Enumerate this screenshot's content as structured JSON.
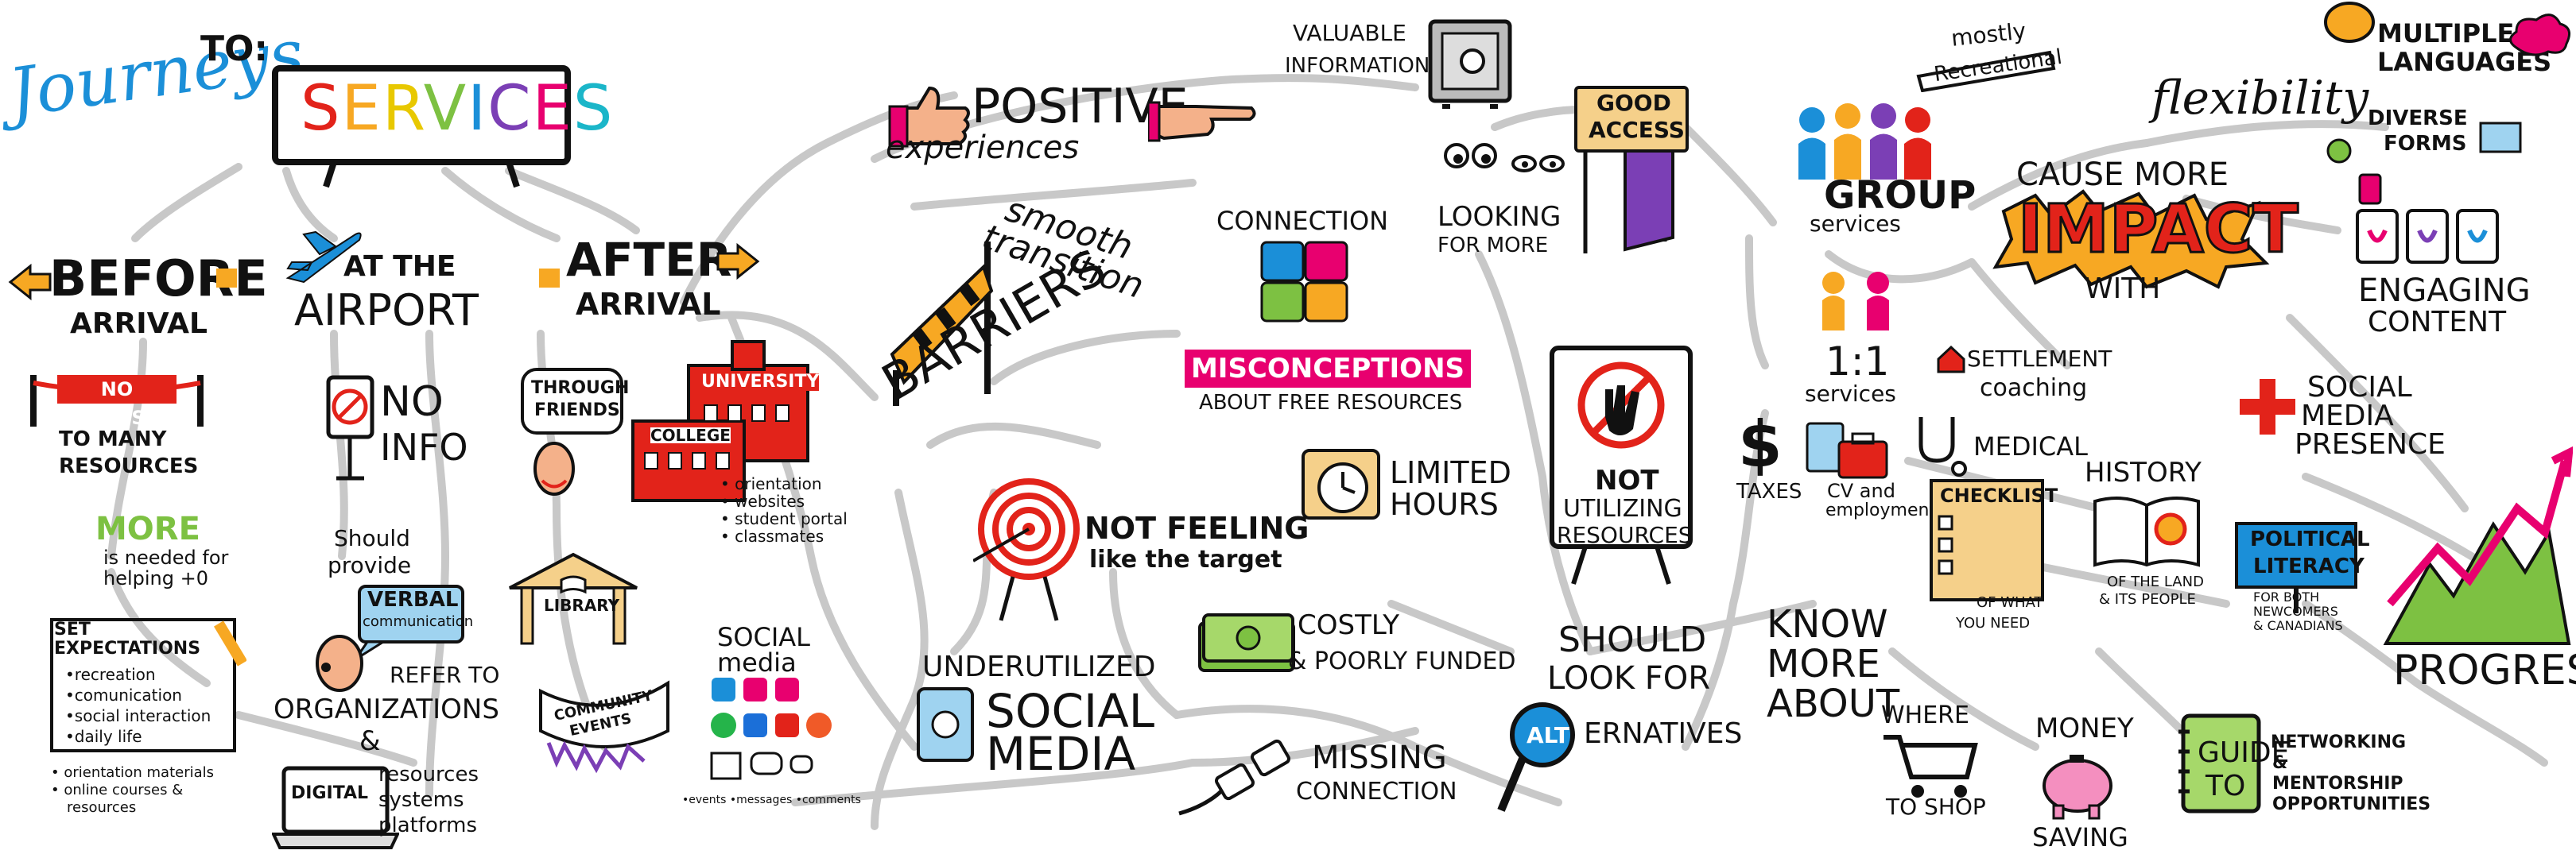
{
  "title": {
    "journeys": "Journeys",
    "to": "TO:",
    "services": [
      "S",
      "E",
      "R",
      "V",
      "I",
      "C",
      "E",
      "S"
    ]
  },
  "colors": {
    "path": "#c8c8c8",
    "accent_pink": "#e8006f",
    "accent_blue": "#1b8fd8",
    "orange": "#f7a823",
    "green": "#7dc142",
    "red": "#e2231a"
  },
  "before": {
    "heading": "BEFORE",
    "sub": "ARRIVAL",
    "no_access": "NO ACCESS",
    "to_many": "TO MANY",
    "resources": "RESOURCES",
    "more": "MORE",
    "is_needed": "is needed for",
    "helping": "helping +0",
    "set": "SET",
    "expectations": "EXPECTATIONS",
    "list": [
      "•recreation",
      "•comunication",
      "•social interaction",
      "•daily life"
    ],
    "bullets": [
      "• orientation materials",
      "• online courses &",
      "resources"
    ]
  },
  "airport": {
    "at_the": "AT THE",
    "airport": "AIRPORT",
    "no": "NO",
    "info": "INFO",
    "should": "Should",
    "provide": "provide",
    "verbal": "VERBAL",
    "communication": "communication",
    "refer_to": "REFER TO",
    "organizations": "ORGANIZATIONS",
    "amp": "&",
    "digital": "DIGITAL",
    "resources": "resources",
    "systems": "systems",
    "platforms": "platforms"
  },
  "after": {
    "heading": "AFTER",
    "sub": "ARRIVAL",
    "through": "THROUGH",
    "friends": "FRIENDS",
    "university": "UNIVERSITY",
    "college": "COLLEGE",
    "list": [
      "• orientation",
      "• websites",
      "• student portal",
      "• classmates"
    ],
    "library": "LIBRARY",
    "community": "COMMUNITY",
    "events": "EVENTS",
    "social": "SOCIAL",
    "media": "media",
    "social_small": "•events •messages •comments"
  },
  "middle": {
    "positive": "POSITIVE",
    "experiences": "experiences",
    "smooth": "smooth",
    "transition": "transition",
    "barriers": "BARRIERS",
    "connection": "CONNECTION",
    "misconceptions": "MISCONCEPTIONS",
    "about_free": "ABOUT FREE RESOURCES",
    "limited": "LIMITED",
    "hours": "HOURS",
    "not_feeling": "NOT FEELING",
    "like_target": "like the target",
    "underutilized": "UNDERUTILIZED",
    "social": "SOCIAL",
    "media": "MEDIA",
    "costly": "COSTLY",
    "poorly": "& POORLY FUNDED",
    "missing": "MISSING",
    "missing_conn": "CONNECTION",
    "valuable": "VALUABLE",
    "information": "INFORMATION",
    "looking": "LOOKING",
    "for_more": "FOR MORE",
    "good": "GOOD",
    "access": "ACCESS",
    "not": "NOT",
    "utilizing": "UTILIZING",
    "resources": "RESOURCES",
    "should": "SHOULD",
    "look_for": "LOOK FOR",
    "alt": "ALT",
    "ernatives": "ERNATIVES"
  },
  "right": {
    "mostly": "mostly",
    "recreational": "Recreational",
    "group": "GROUP",
    "services": "services",
    "one_one": "1:1",
    "services2": "services",
    "settlement": "SETTLEMENT",
    "coaching": "coaching",
    "taxes": "TAXES",
    "cv": "CV and",
    "employment": "employment",
    "medical": "MEDICAL",
    "flexibility": "flexibility",
    "multiple": "MULTIPLE",
    "languages": "LANGUAGES",
    "diverse": "DIVERSE",
    "forms": "FORMS",
    "cause_more": "CAUSE MORE",
    "impact": "IMPACT",
    "with": "WITH",
    "engaging": "ENGAGING",
    "content": "CONTENT",
    "social_media": "SOCIAL",
    "media": "MEDIA",
    "presence": "PRESENCE",
    "checklist": "CHECKLIST",
    "of_what": "OF WHAT",
    "you_need": "YOU NEED",
    "history": "HISTORY",
    "of_land": "OF THE LAND",
    "its_people": "& ITS PEOPLE",
    "political": "POLITICAL",
    "literacy": "LITERACY",
    "for_both": "FOR BOTH",
    "newcomers": "NEWCOMERS",
    "canadians": "& CANADIANS",
    "progress": "PROGRESS",
    "know": "KNOW",
    "more": "MORE",
    "about": "ABOUT",
    "where": "WHERE",
    "to_shop": "TO SHOP",
    "money": "MONEY",
    "saving": "SAVING",
    "guide": "GUIDE",
    "to": "TO",
    "networking": "NETWORKING",
    "amp": "&",
    "mentorship": "MENTORSHIP",
    "opportunities": "OPPORTUNITIES"
  }
}
